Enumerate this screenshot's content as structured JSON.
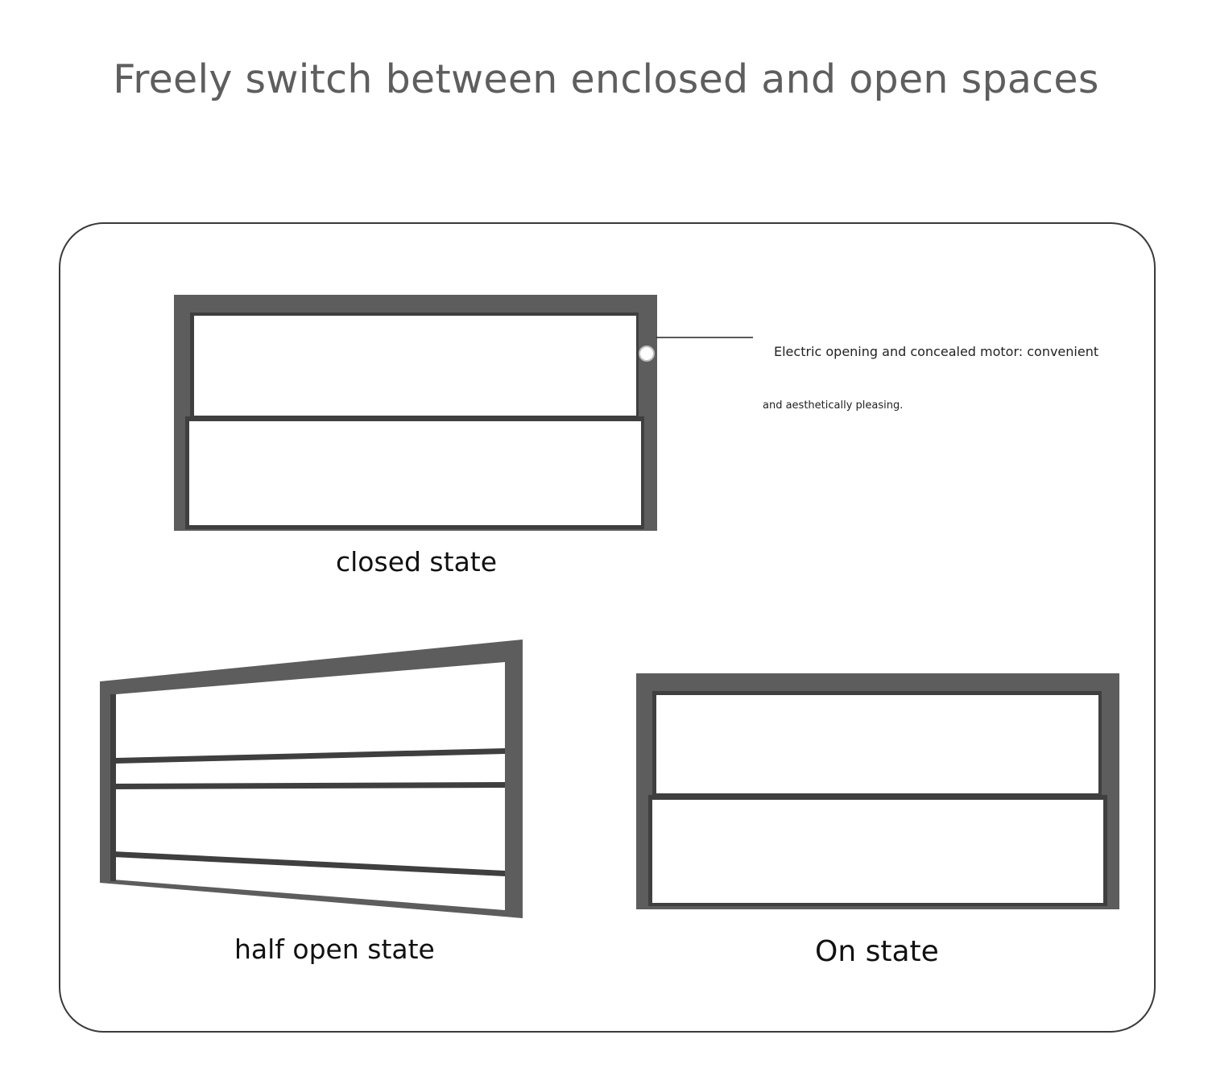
{
  "title": "Freely switch between enclosed and open spaces",
  "callout": {
    "line1": "Electric opening and concealed motor: convenient",
    "line2": "and aesthetically pleasing."
  },
  "captions": {
    "closed": "closed state",
    "half_open": "half open state",
    "on": "On state"
  },
  "colors": {
    "frame": "#5d5d5d",
    "frame_dark": "#3f3f3f",
    "border": "#3a3a3a",
    "title_text": "#5e5e5e"
  }
}
